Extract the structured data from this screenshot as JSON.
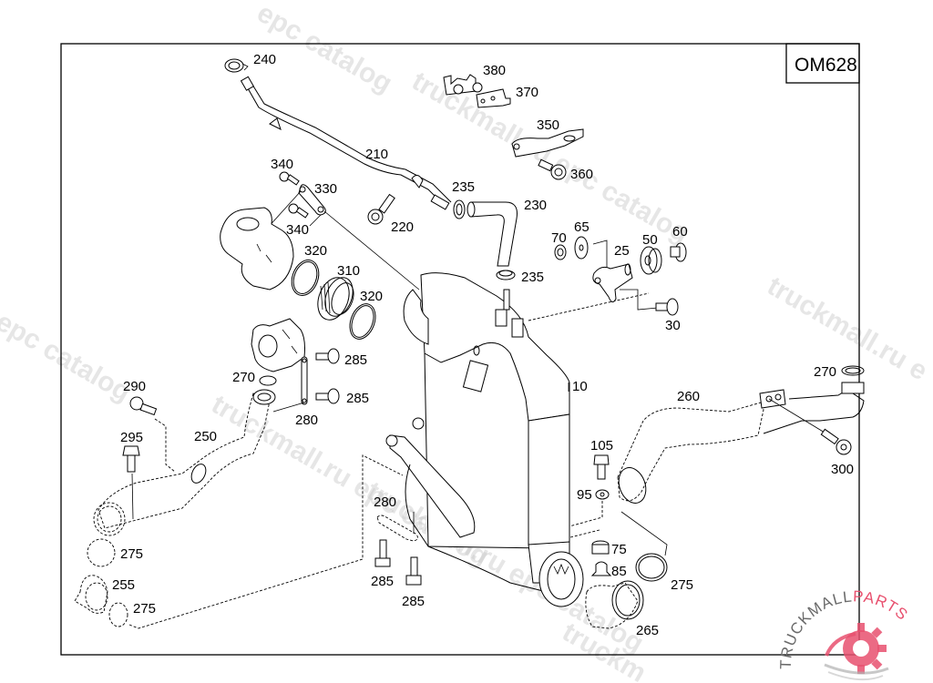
{
  "diagram": {
    "model_code": "OM628",
    "colors": {
      "line": "#000000",
      "watermark": "#c8c8c8",
      "logo_accent": "#e8506e",
      "logo_gray": "#9a9a9a"
    },
    "part_labels": {
      "p240": "240",
      "p380": "380",
      "p370": "370",
      "p350": "350",
      "p360": "360",
      "p210": "210",
      "p340a": "340",
      "p330": "330",
      "p340b": "340",
      "p235a": "235",
      "p230": "230",
      "p220": "220",
      "p70": "70",
      "p65": "65",
      "p25": "25",
      "p50": "50",
      "p60": "60",
      "p320a": "320",
      "p310": "310",
      "p320b": "320",
      "p235b": "235",
      "p30": "30",
      "p285a": "285",
      "p285b": "285",
      "p270a": "270",
      "p280a": "280",
      "p290": "290",
      "p10": "10",
      "p260": "260",
      "p270b": "270",
      "p300": "300",
      "p250": "250",
      "p295": "295",
      "p105": "105",
      "p95": "95",
      "p280b": "280",
      "p75": "75",
      "p85": "85",
      "p275a": "275",
      "p255": "255",
      "p275b": "275",
      "p285c": "285",
      "p285d": "285",
      "p275c": "275",
      "p265": "265"
    },
    "watermarks": {
      "w1": "epc catalog",
      "w2": "truckmall.ru epc catalog",
      "w3": "truckmall.ru epc catalog",
      "w4": "truckmall.ru e",
      "w5": "ru epc catalog",
      "w6": "truckmall.ru epc catalog",
      "w7": "truckm"
    },
    "logo": {
      "text_primary": "TRUCKMALL",
      "text_accent": "PARTS",
      "icon": "gear-icon"
    }
  }
}
